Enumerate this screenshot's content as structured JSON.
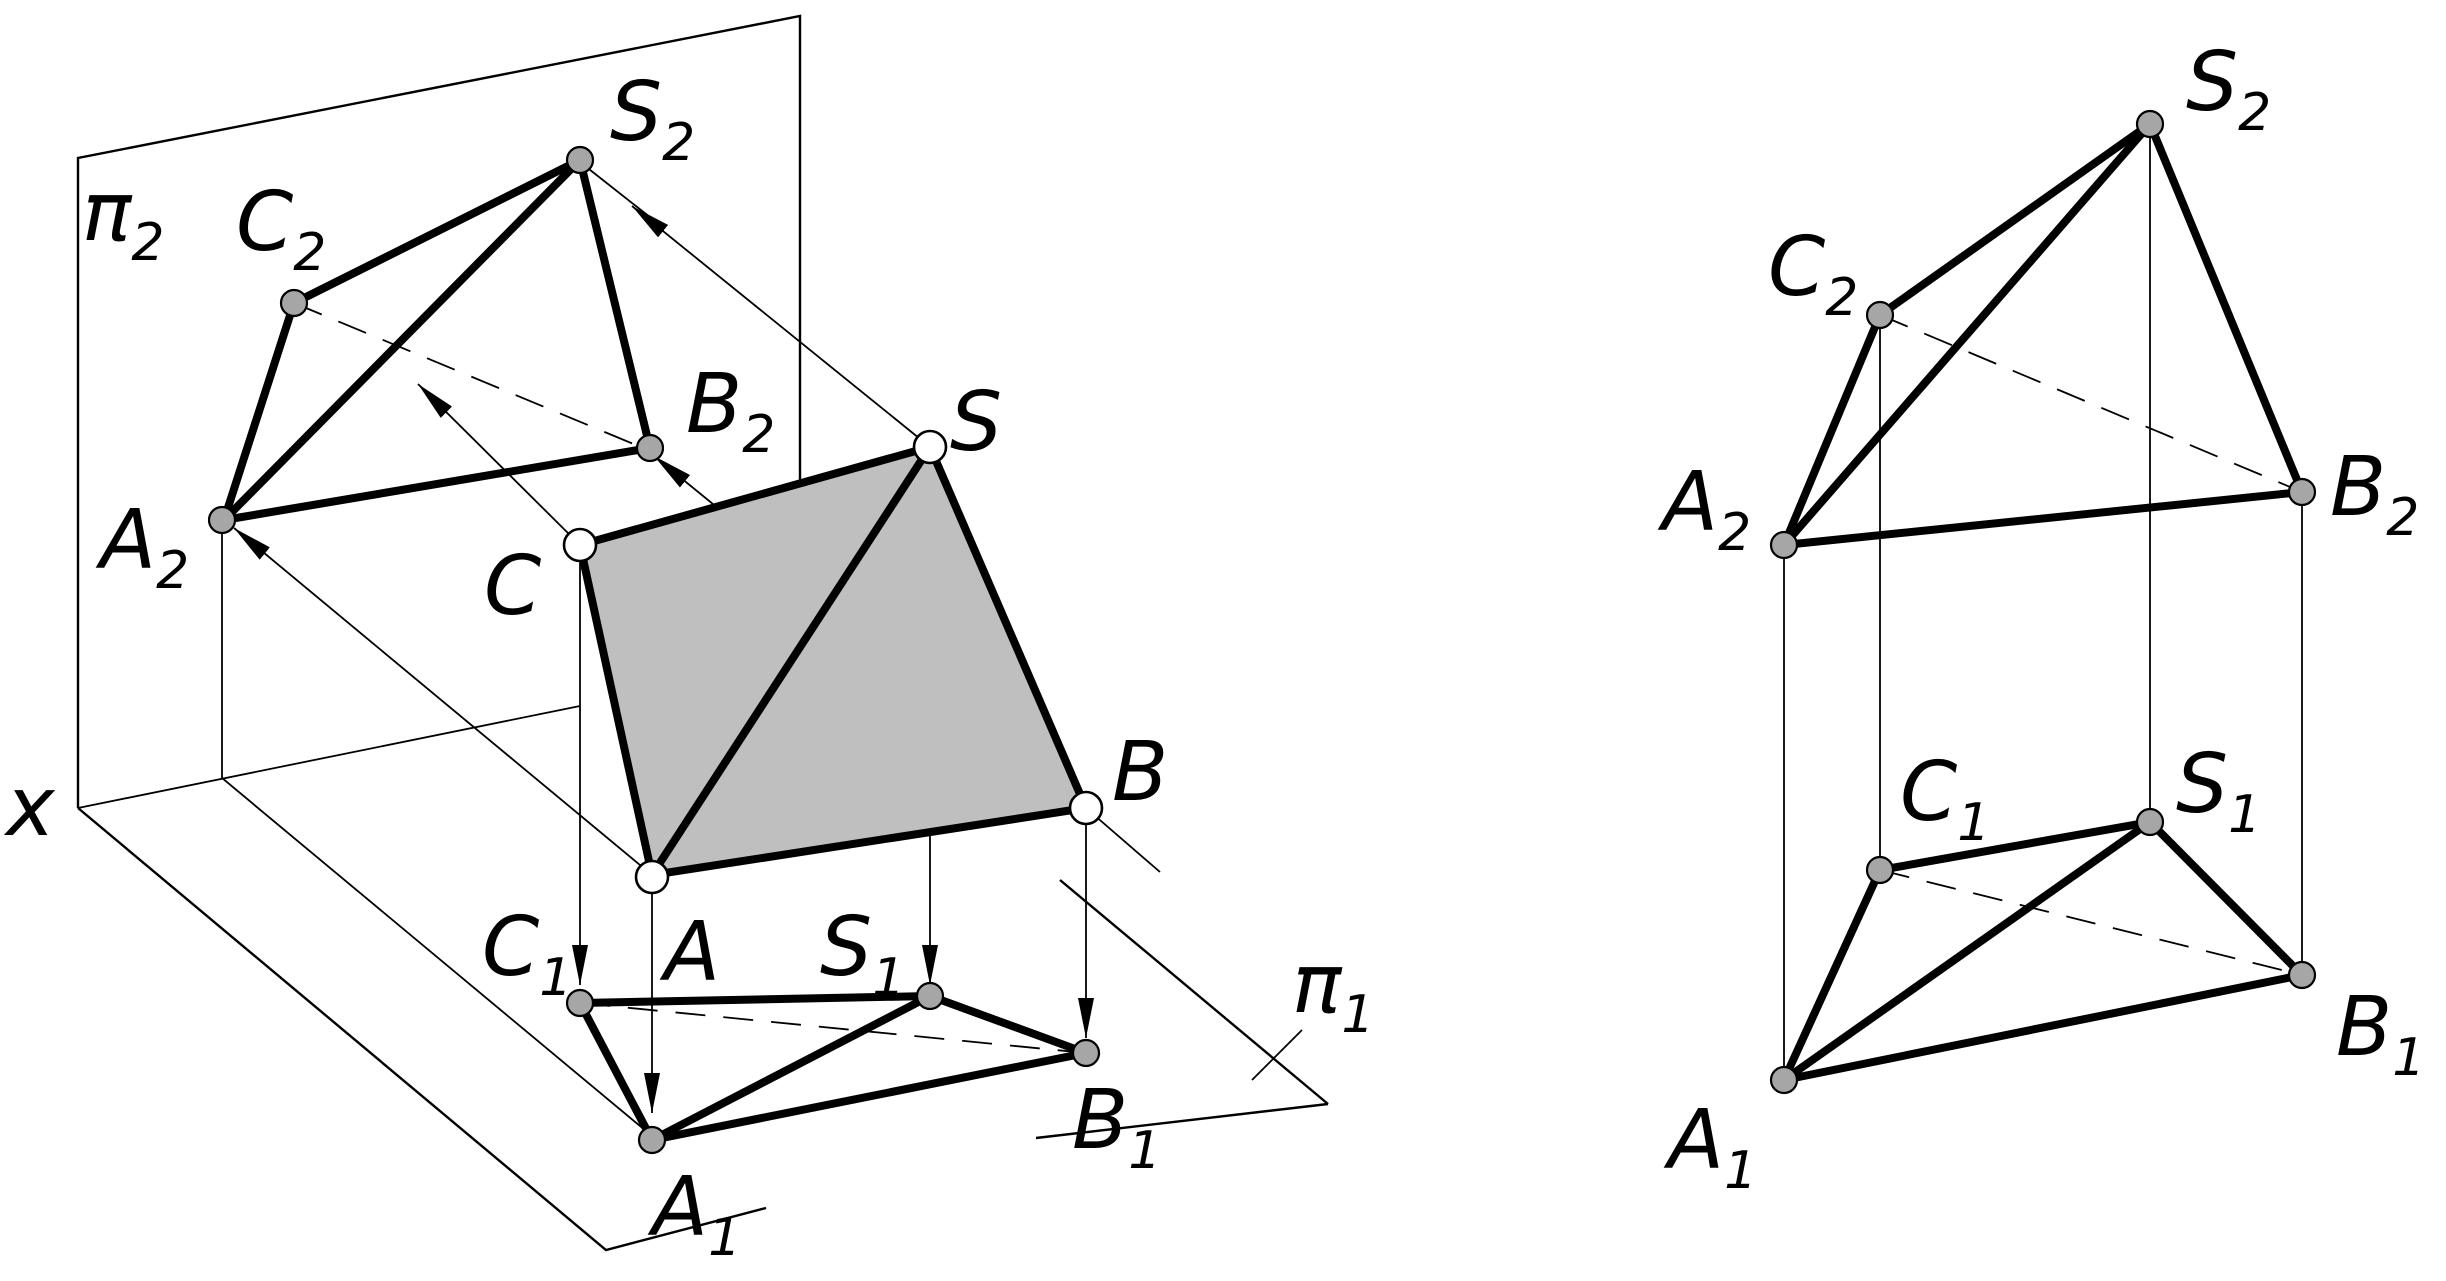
{
  "labels": {
    "plane_v_main": "π",
    "plane_v_sub": "2",
    "plane_h_main": "π",
    "plane_h_sub": "1",
    "axis": "x",
    "S2_main": "S",
    "S2_sub": "2",
    "C2_main": "C",
    "C2_sub": "2",
    "B2_main": "B",
    "B2_sub": "2",
    "A2_main": "A",
    "A2_sub": "2",
    "S": "S",
    "C": "C",
    "B": "B",
    "A": "A",
    "C1_main": "C",
    "C1_sub": "1",
    "S1_main": "S",
    "S1_sub": "1",
    "B1_main": "B",
    "B1_sub": "1",
    "A1_main": "A",
    "A1_sub": "1"
  },
  "epure_labels": {
    "S2_main": "S",
    "S2_sub": "2",
    "C2_main": "C",
    "C2_sub": "2",
    "A2_main": "A",
    "A2_sub": "2",
    "B2_main": "B",
    "B2_sub": "2",
    "C1_main": "C",
    "C1_sub": "1",
    "S1_main": "S",
    "S1_sub": "1",
    "A1_main": "A",
    "A1_sub": "1",
    "B1_main": "B",
    "B1_sub": "1"
  },
  "colors": {
    "line": "#000000",
    "face_fill": "#bfbfbf",
    "point_fill": "#a6a6a6",
    "point_open": "#ffffff"
  }
}
